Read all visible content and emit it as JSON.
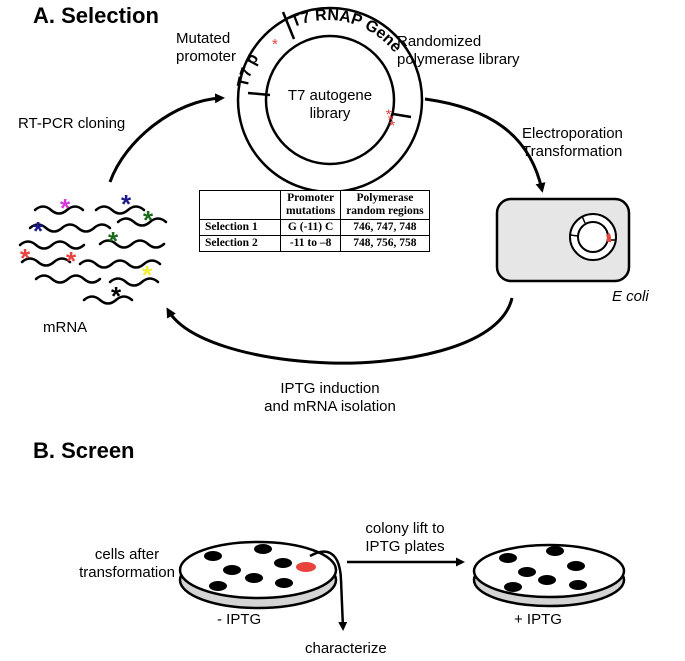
{
  "section_a": {
    "title": "A. Selection"
  },
  "section_b": {
    "title": "B.  Screen"
  },
  "plasmid": {
    "segment_promoter": "T7 p",
    "segment_gene": "T7 RNAP Gene",
    "center_line1": "T7 autogene",
    "center_line2": "library",
    "promoter_mark": "*",
    "gene_marks": "***"
  },
  "labels": {
    "mutated_promoter_line1": "Mutated",
    "mutated_promoter_line2": "promoter",
    "randomized_line1": "Randomized",
    "randomized_line2": "polymerase library",
    "rtpcr": "RT-PCR cloning",
    "electroporation_line1": "Electroporation",
    "electroporation_line2": "Transformation",
    "ecoli": "E coli",
    "mrna": "mRNA",
    "iptg_line1": "IPTG induction",
    "iptg_line2": "and mRNA isolation",
    "cells_line1": "cells after",
    "cells_line2": "transformation",
    "colony_line1": "colony lift to",
    "colony_line2": "IPTG plates",
    "minus_iptg": "- IPTG",
    "plus_iptg": "+ IPTG",
    "characterize": "characterize"
  },
  "table": {
    "headers": [
      "",
      "Promoter mutations",
      "Polymerase random regions"
    ],
    "header_lines": [
      [
        "",
        ""
      ],
      [
        "Promoter",
        "mutations"
      ],
      [
        "Polymerase",
        "random regions"
      ]
    ],
    "rows": [
      [
        "Selection 1",
        "G (-11) C",
        "746, 747, 748"
      ],
      [
        "Selection 2",
        "-11 to –8",
        "748, 756, 758"
      ]
    ]
  },
  "colors": {
    "red": "#e8433f",
    "blue": "#1a1a8c",
    "green": "#1e6b1e",
    "magenta": "#d63bd6",
    "yellow": "#f2ee3a",
    "black": "#000000",
    "cell_fill": "#e6e6e6",
    "plate_fill": "#d4d4d4",
    "selected_colony": "#e8433f"
  }
}
